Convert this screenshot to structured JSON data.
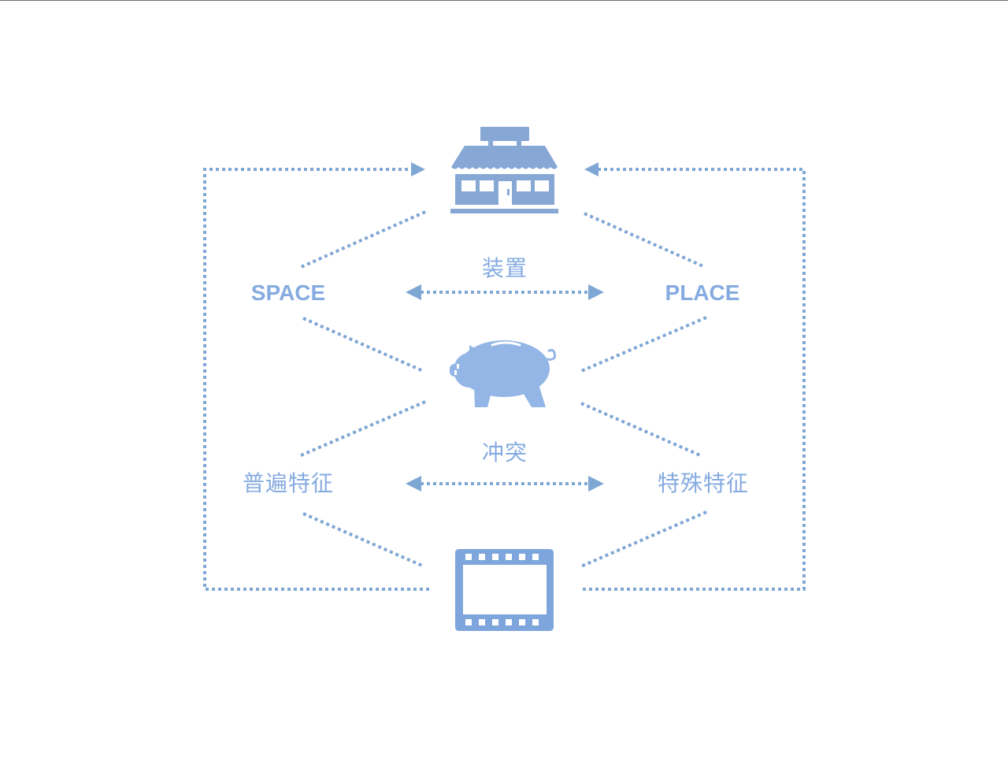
{
  "labels": {
    "space": "SPACE",
    "place": "PLACE",
    "device": "装置",
    "conflict": "冲突",
    "universal": "普遍特征",
    "particular": "特殊特征"
  },
  "icons": {
    "top": "storefront-icon",
    "middle": "piggy-bank-icon",
    "bottom": "film-strip-icon"
  },
  "colors": {
    "connector": "#7fa7d4",
    "icon_store": "#87a7d5",
    "icon_pig": "#93b6e6",
    "icon_film": "#7ea6dc",
    "text": "#85abe0"
  }
}
